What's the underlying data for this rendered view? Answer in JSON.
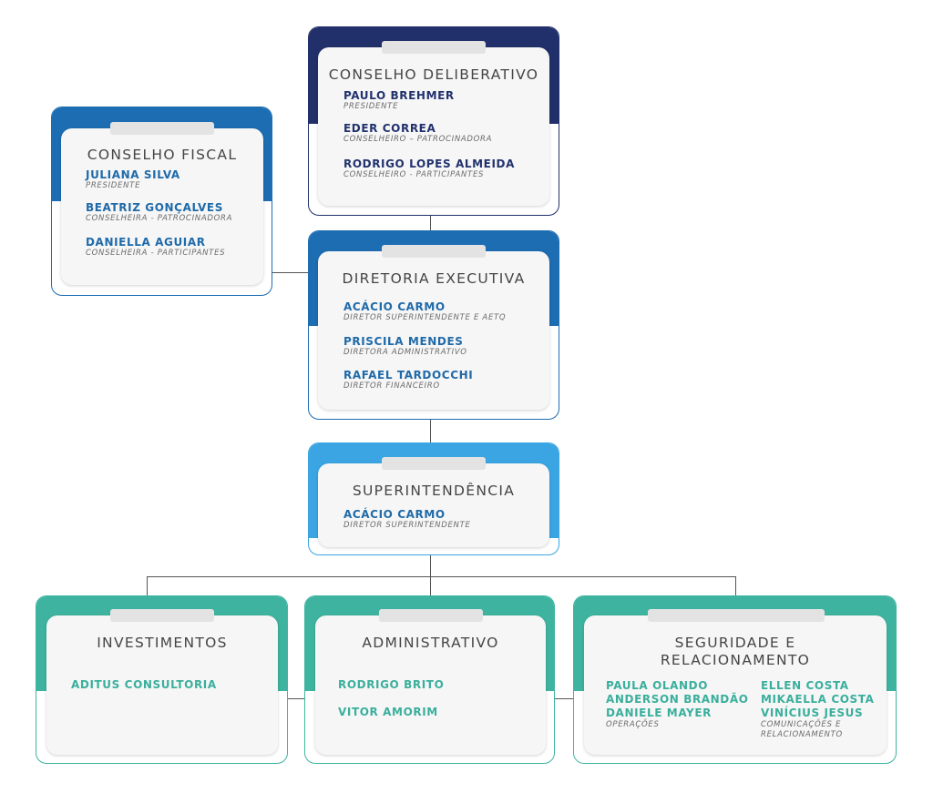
{
  "colors": {
    "navy": "#21306a",
    "blue": "#1d6db2",
    "light_blue": "#3aa5e2",
    "teal": "#3eb4a0",
    "name_navy": "#22326d",
    "name_blue": "#1f6aa8",
    "name_teal": "#3aaf9c"
  },
  "boxes": {
    "conselho_deliberativo": {
      "title": "CONSELHO DELIBERATIVO",
      "members": [
        {
          "name": "PAULO BREHMER",
          "role": "PRESIDENTE"
        },
        {
          "name": "EDER CORREA",
          "role": "CONSELHEIRO – PATROCINADORA"
        },
        {
          "name": "RODRIGO LOPES ALMEIDA",
          "role": "CONSELHEIRO - PARTICIPANTES"
        }
      ]
    },
    "conselho_fiscal": {
      "title": "CONSELHO FISCAL",
      "members": [
        {
          "name": "JULIANA SILVA",
          "role": "PRESIDENTE"
        },
        {
          "name": "BEATRIZ GONÇALVES",
          "role": "CONSELHEIRA - PATROCINADORA"
        },
        {
          "name": "DANIELLA AGUIAR",
          "role": "CONSELHEIRA - PARTICIPANTES"
        }
      ]
    },
    "diretoria_executiva": {
      "title": "DIRETORIA EXECUTIVA",
      "members": [
        {
          "name": "ACÁCIO CARMO",
          "role": "DIRETOR SUPERINTENDENTE E AETQ"
        },
        {
          "name": "PRISCILA MENDES",
          "role": "DIRETORA ADMINISTRATIVO"
        },
        {
          "name": "RAFAEL TARDOCCHI",
          "role": "DIRETOR FINANCEIRO"
        }
      ]
    },
    "superintendencia": {
      "title": "SUPERINTENDÊNCIA",
      "members": [
        {
          "name": "ACÁCIO CARMO",
          "role": "DIRETOR SUPERINTENDENTE"
        }
      ]
    },
    "investimentos": {
      "title": "INVESTIMENTOS",
      "members": [
        {
          "name": "ADITUS CONSULTORIA"
        }
      ]
    },
    "administrativo": {
      "title": "ADMINISTRATIVO",
      "members": [
        {
          "name": "RODRIGO BRITO"
        },
        {
          "name": "VITOR AMORIM"
        }
      ]
    },
    "seguridade": {
      "title_line1": "SEGURIDADE E",
      "title_line2": "RELACIONAMENTO",
      "left_names": [
        "PAULA OLANDO",
        "ANDERSON BRANDÃO",
        "DANIELE MAYER"
      ],
      "left_role": "OPERAÇÕES",
      "right_names": [
        "ELLEN COSTA",
        "MIKAELLA COSTA",
        "VINÍCIUS JESUS"
      ],
      "right_role_line1": "COMUNICAÇÕES E",
      "right_role_line2": "RELACIONAMENTO"
    }
  }
}
